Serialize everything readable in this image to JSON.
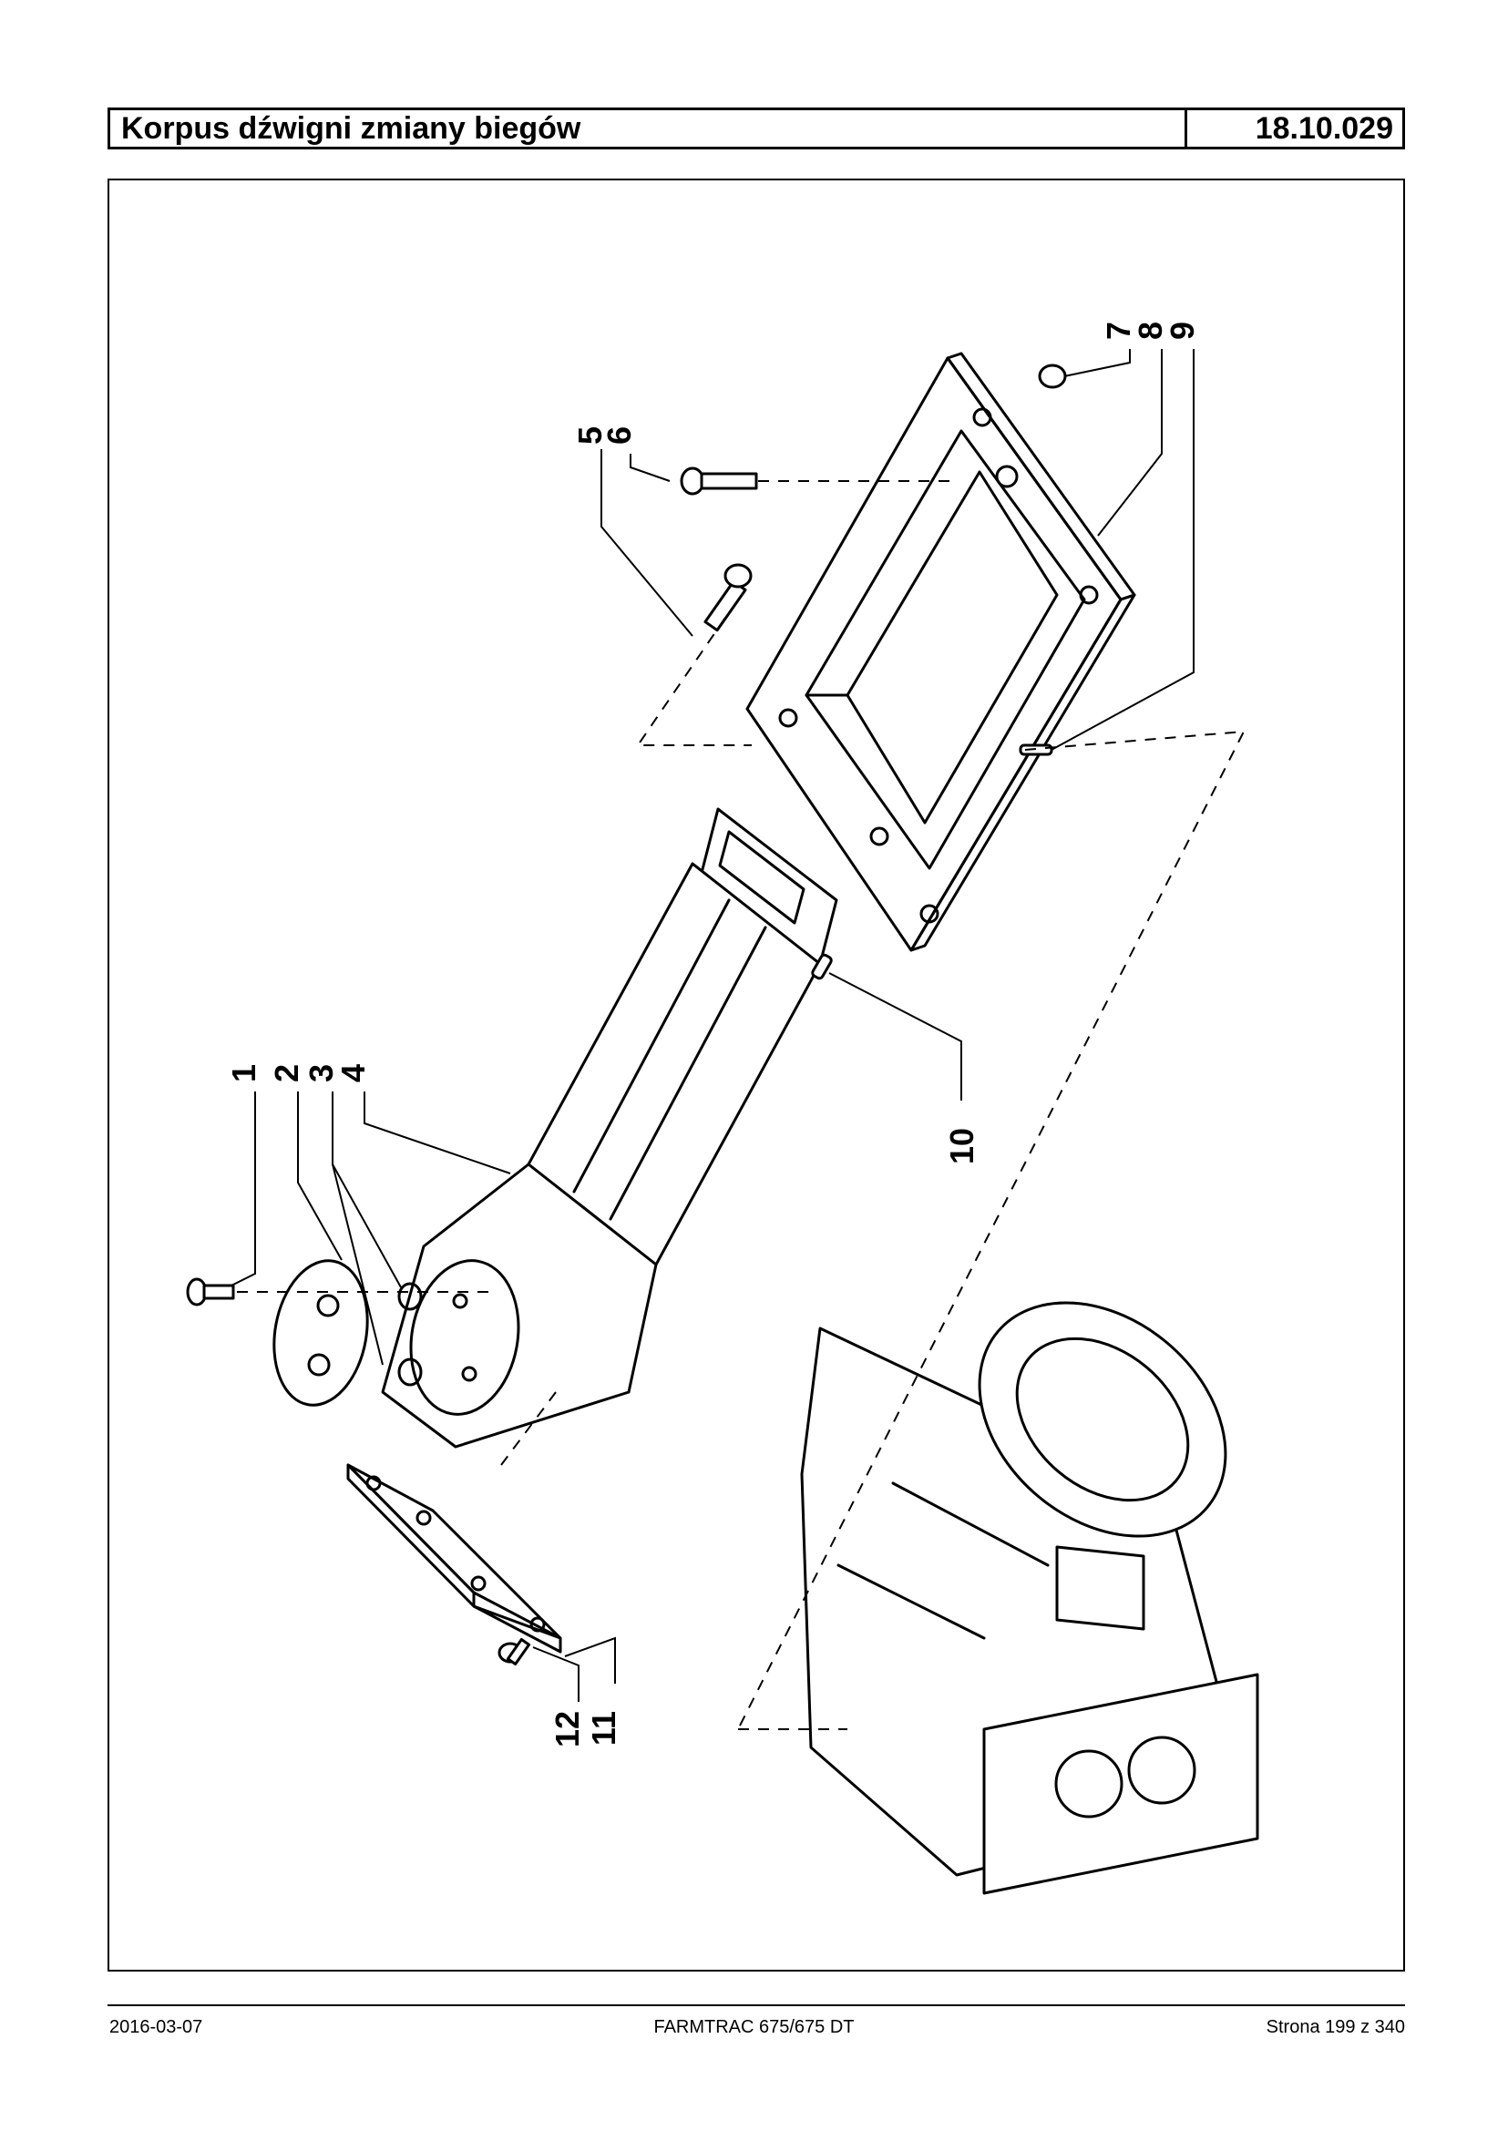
{
  "header": {
    "title": "Korpus dźwigni zmiany biegów",
    "code": "18.10.029"
  },
  "diagram": {
    "callouts": [
      "1",
      "2",
      "3",
      "4",
      "5",
      "6",
      "7",
      "8",
      "9",
      "10",
      "11",
      "12"
    ]
  },
  "footer": {
    "date": "2016-03-07",
    "model": "FARMTRAC 675/675 DT",
    "page": "Strona 199 z 340"
  }
}
